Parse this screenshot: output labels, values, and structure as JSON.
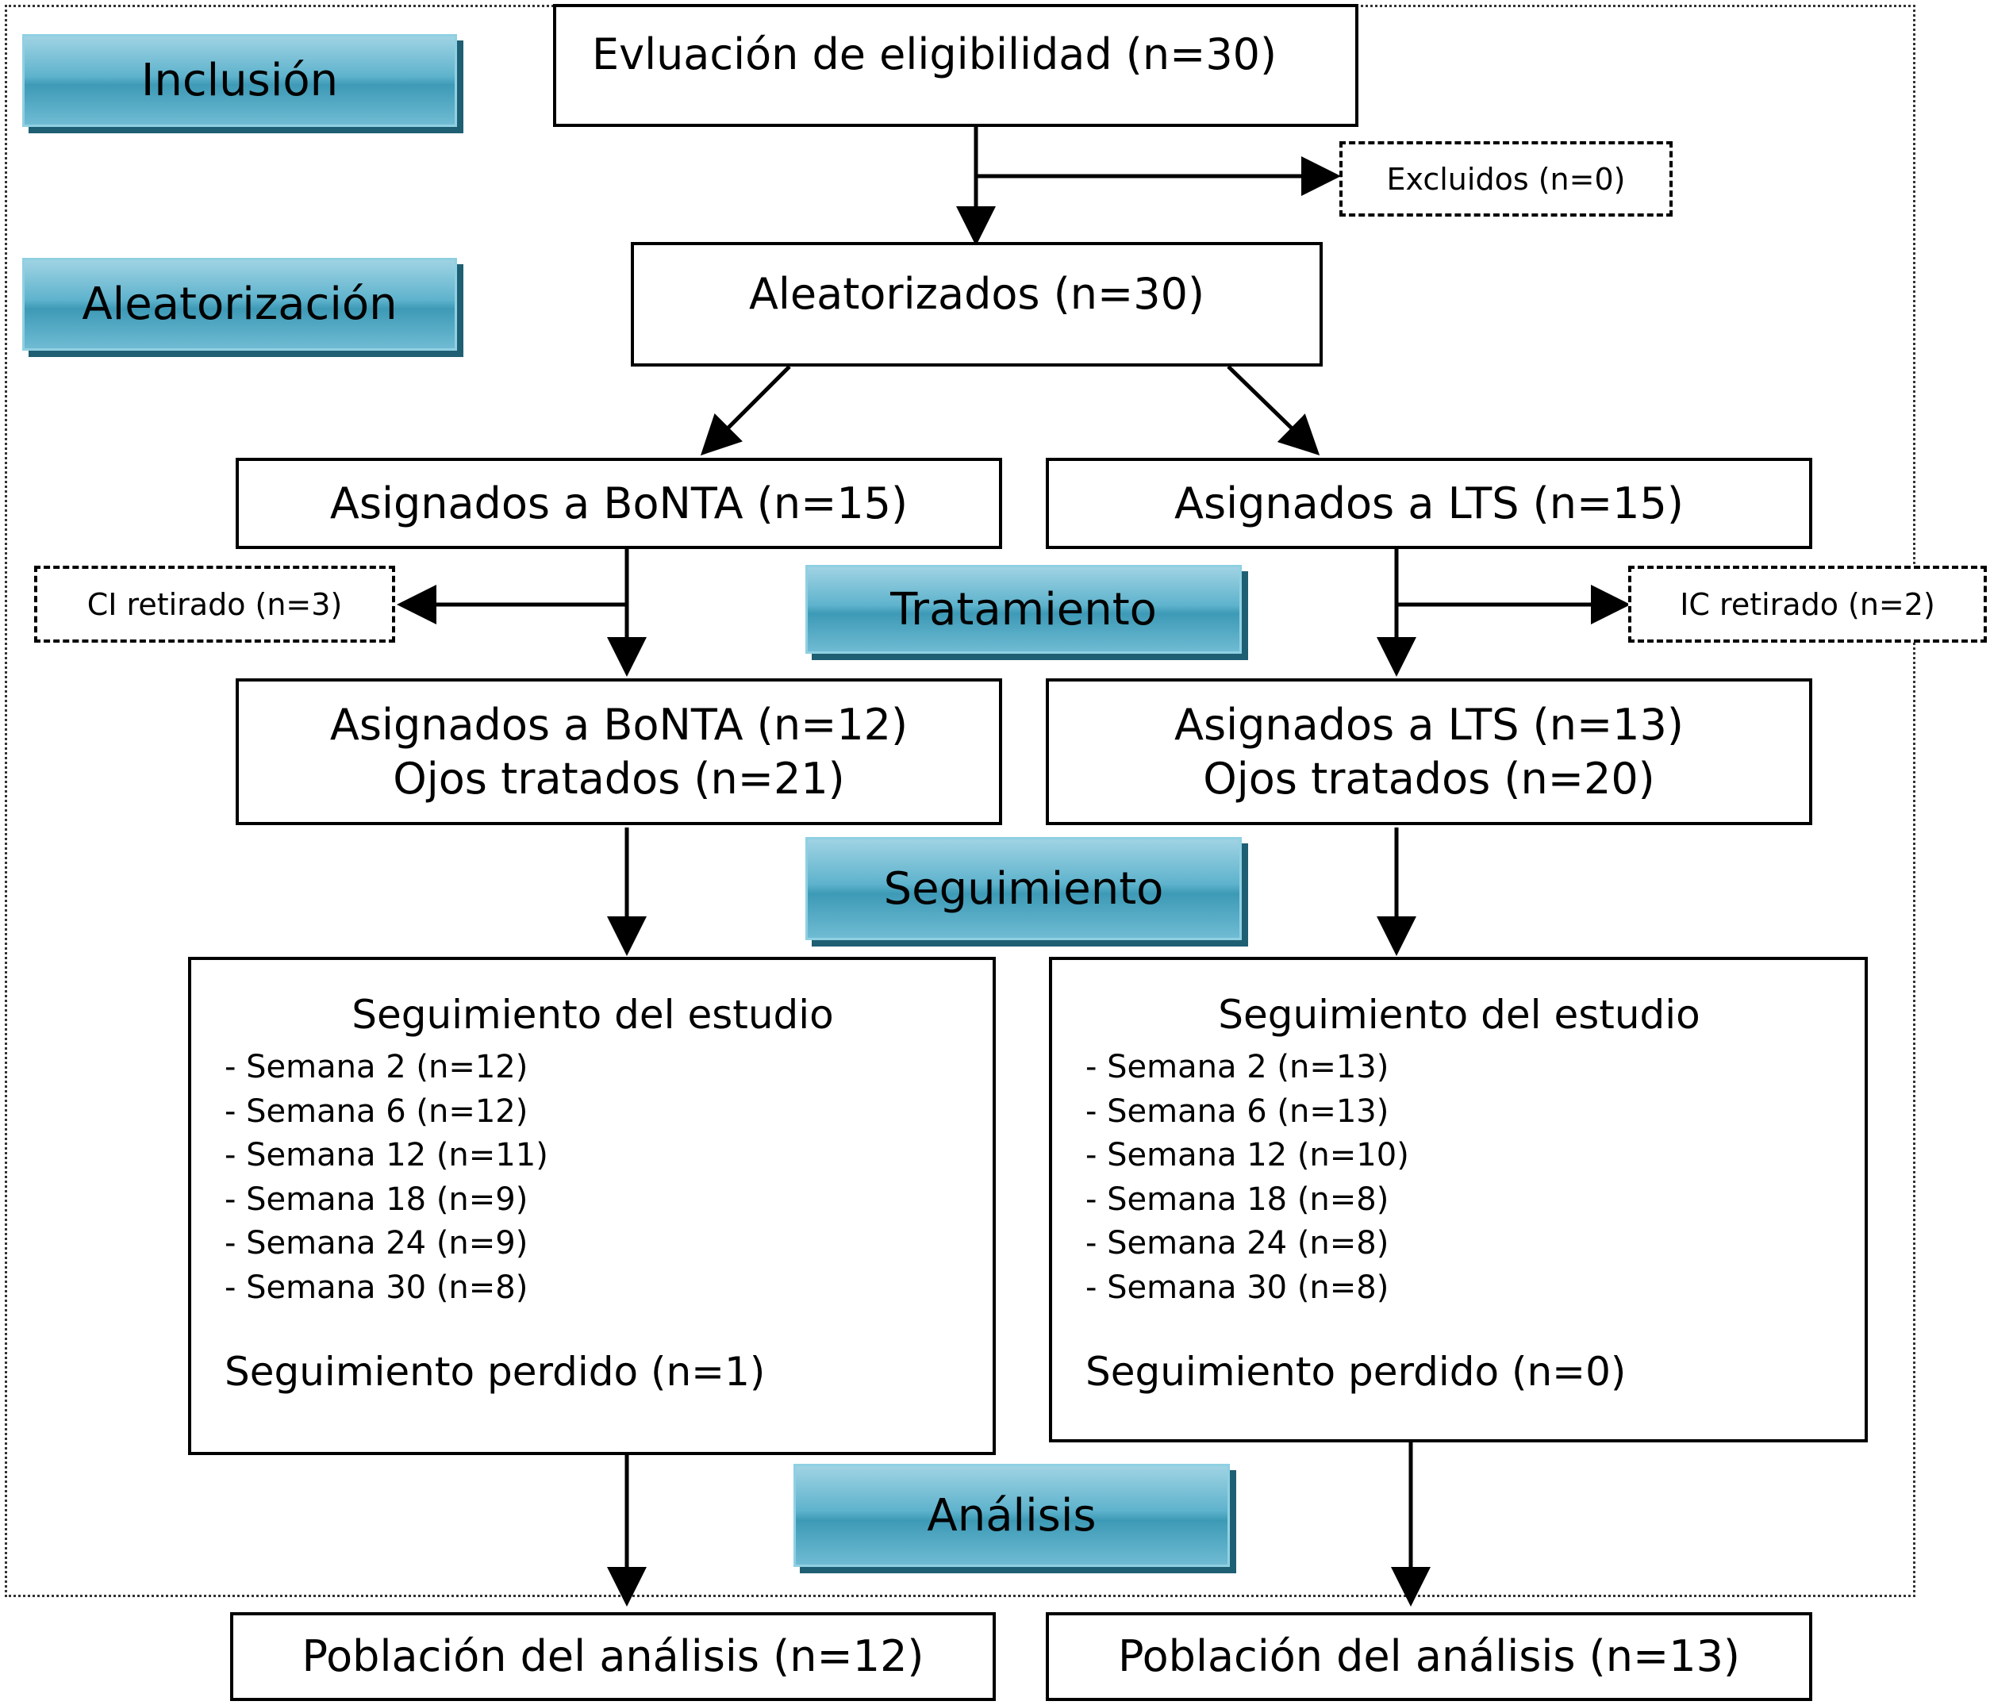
{
  "stages": {
    "inclusion": "Inclusión",
    "randomization": "Aleatorización",
    "treatment": "Tratamiento",
    "followup": "Seguimiento",
    "analysis": "Análisis"
  },
  "eligibility": "Evluación de eligibilidad (n=30)",
  "excluded": "Excluidos (n=0)",
  "randomized": "Aleatorizados (n=30)",
  "left": {
    "assigned": "Asignados a BoNTA (n=15)",
    "withdrawn": "CI retirado (n=3)",
    "treated_line1": "Asignados a BoNTA (n=12)",
    "treated_line2": "Ojos tratados (n=21)",
    "followup_title": "Seguimiento del estudio",
    "followup_items": [
      "- Semana 2 (n=12)",
      "- Semana 6 (n=12)",
      "- Semana 12 (n=11)",
      "- Semana 18 (n=9)",
      "- Semana 24 (n=9)",
      "- Semana 30 (n=8)"
    ],
    "lost": "Seguimiento perdido (n=1)",
    "analysis": "Población del análisis (n=12)"
  },
  "right": {
    "assigned": "Asignados a LTS (n=15)",
    "withdrawn": "IC retirado (n=2)",
    "treated_line1": "Asignados a LTS (n=13)",
    "treated_line2": "Ojos tratados (n=20)",
    "followup_title": "Seguimiento del estudio",
    "followup_items": [
      "- Semana 2 (n=13)",
      "- Semana 6 (n=13)",
      "- Semana 12 (n=10)",
      "- Semana 18 (n=8)",
      "- Semana 24 (n=8)",
      "- Semana 30 (n=8)"
    ],
    "lost": "Seguimiento perdido (n=0)",
    "analysis": "Población del análisis (n=13)"
  }
}
